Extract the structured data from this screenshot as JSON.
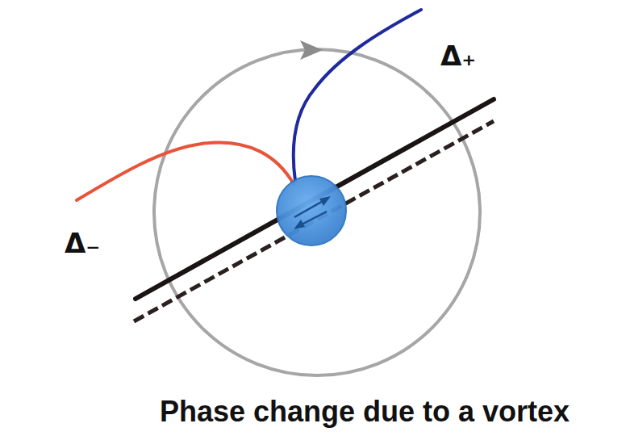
{
  "diagram": {
    "caption": "Phase change due to a vortex",
    "labels": [
      "Δ₊",
      "Δ₋"
    ]
  }
}
